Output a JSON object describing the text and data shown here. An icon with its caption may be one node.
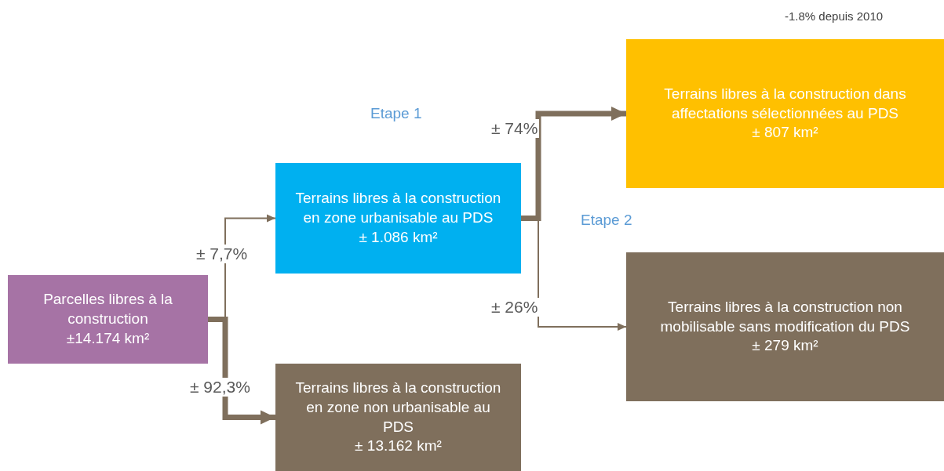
{
  "diagram": {
    "nodes": [
      {
        "text": [
          "Parcelles libres à la construction",
          "±14.174 km²"
        ]
      },
      {
        "text": [
          "Terrains libres à la construction en zone urbanisable au PDS",
          "± 1.086 km²"
        ]
      },
      {
        "text": [
          "Terrains libres à la construction dans affectations sélectionnées au PDS",
          "± 807 km²"
        ],
        "beside": [
          "-1.8% depuis 2010"
        ]
      },
      {
        "text": [
          "Terrains libres à la construction non mobilisable sans modification du PDS",
          "± 279 km²"
        ]
      },
      {
        "text": [
          "Terrains libres à la construction en zone non urbanisable au PDS",
          "± 13.162 km²"
        ]
      }
    ],
    "edges": [
      {
        "from": 0,
        "to": 1,
        "arrow": "to",
        "label": "± 7,7%"
      },
      {
        "from": 0,
        "to": 4,
        "arrow": "to",
        "label": "± 92,3%",
        "style": "thick"
      },
      {
        "from": 1,
        "to": 2,
        "arrow": "to",
        "label": "± 74%",
        "style": "thick"
      },
      {
        "from": 1,
        "to": 3,
        "arrow": "to",
        "label": "± 26%"
      }
    ],
    "labels": [
      "Etape 1",
      "Etape 2"
    ]
  }
}
